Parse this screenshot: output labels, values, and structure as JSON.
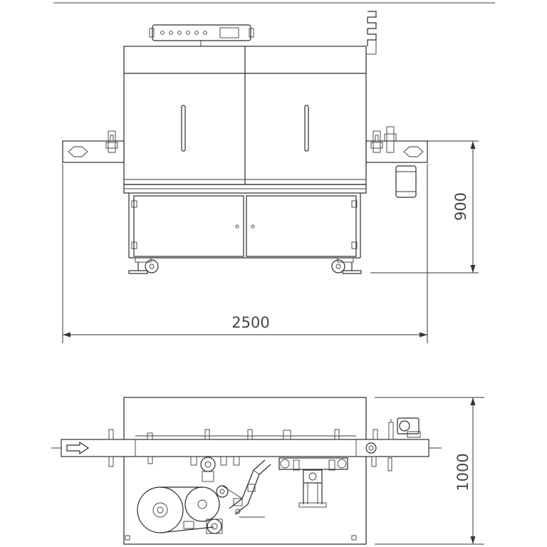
{
  "drawing": {
    "front_view": {
      "width_dimension": "2500",
      "height_dimension": "900"
    },
    "top_view": {
      "depth_dimension": "1000"
    }
  }
}
